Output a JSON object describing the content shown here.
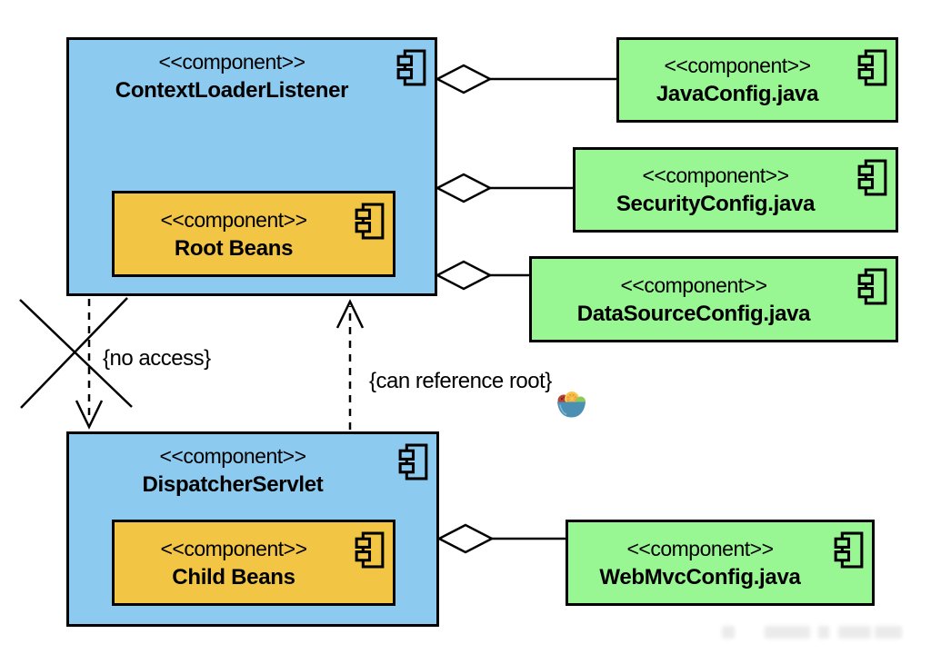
{
  "diagram": {
    "type": "uml-component-diagram",
    "stereotype": "<<component>>",
    "containers": {
      "context_loader": {
        "name": "ContextLoaderListener"
      },
      "dispatcher": {
        "name": "DispatcherServlet"
      }
    },
    "inner_components": {
      "root_beans": {
        "name": "Root Beans"
      },
      "child_beans": {
        "name": "Child Beans"
      }
    },
    "config_components": {
      "java": {
        "name": "JavaConfig.java"
      },
      "security": {
        "name": "SecurityConfig.java"
      },
      "datasource": {
        "name": "DataSourceConfig.java"
      },
      "webmvc": {
        "name": "WebMvcConfig.java"
      }
    },
    "labels": {
      "no_access": "{no access}",
      "can_reference_root": "{can reference root}"
    },
    "edges": [
      {
        "type": "aggregation",
        "from": "ContextLoaderListener",
        "to": "JavaConfig.java"
      },
      {
        "type": "aggregation",
        "from": "ContextLoaderListener",
        "to": "SecurityConfig.java"
      },
      {
        "type": "aggregation",
        "from": "ContextLoaderListener",
        "to": "DataSourceConfig.java"
      },
      {
        "type": "aggregation",
        "from": "DispatcherServlet",
        "to": "WebMvcConfig.java"
      },
      {
        "type": "dependency-crossed-out",
        "from": "ContextLoaderListener",
        "to": "DispatcherServlet",
        "label": "{no access}"
      },
      {
        "type": "dependency",
        "from": "DispatcherServlet",
        "to": "ContextLoaderListener",
        "label": "{can reference root}"
      }
    ],
    "colors": {
      "container_fill": "#8CCAEF",
      "config_fill": "#98F693",
      "beans_fill": "#F2C544",
      "line": "#000000",
      "background": "#FFFFFF",
      "bowl": "#4B8FB3"
    },
    "icons": [
      "component-icon",
      "fruit-bowl-icon"
    ]
  }
}
